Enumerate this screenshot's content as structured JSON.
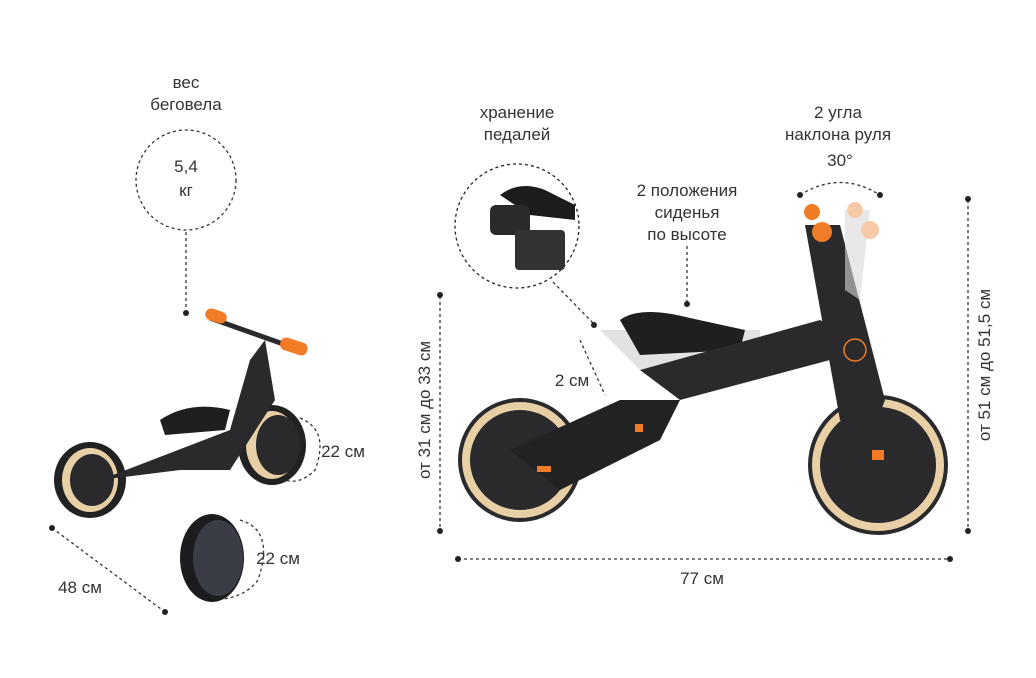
{
  "weight": {
    "title": "вес\nбеговела",
    "value": "5,4",
    "unit": "кг"
  },
  "pedal_storage": {
    "title": "хранение\nпедалей"
  },
  "seat_positions": {
    "title": "2 положения\nсиденья\nпо высоте"
  },
  "handlebar": {
    "title": "2 угла\nнаклона руля",
    "angle": "30°"
  },
  "dimensions": {
    "seat_height": "от 31 см до 33 см",
    "handlebar_height": "от 51 см до 51,5 см",
    "length": "77 см",
    "seat_step": "2 см",
    "rear_wheel": "22 см",
    "front_wheel": "22 см",
    "width": "48 см"
  },
  "colors": {
    "accent": "#f07c28",
    "frame": "#2a2a2c",
    "wheel_rim": "#e8cfa6",
    "text": "#333333"
  }
}
